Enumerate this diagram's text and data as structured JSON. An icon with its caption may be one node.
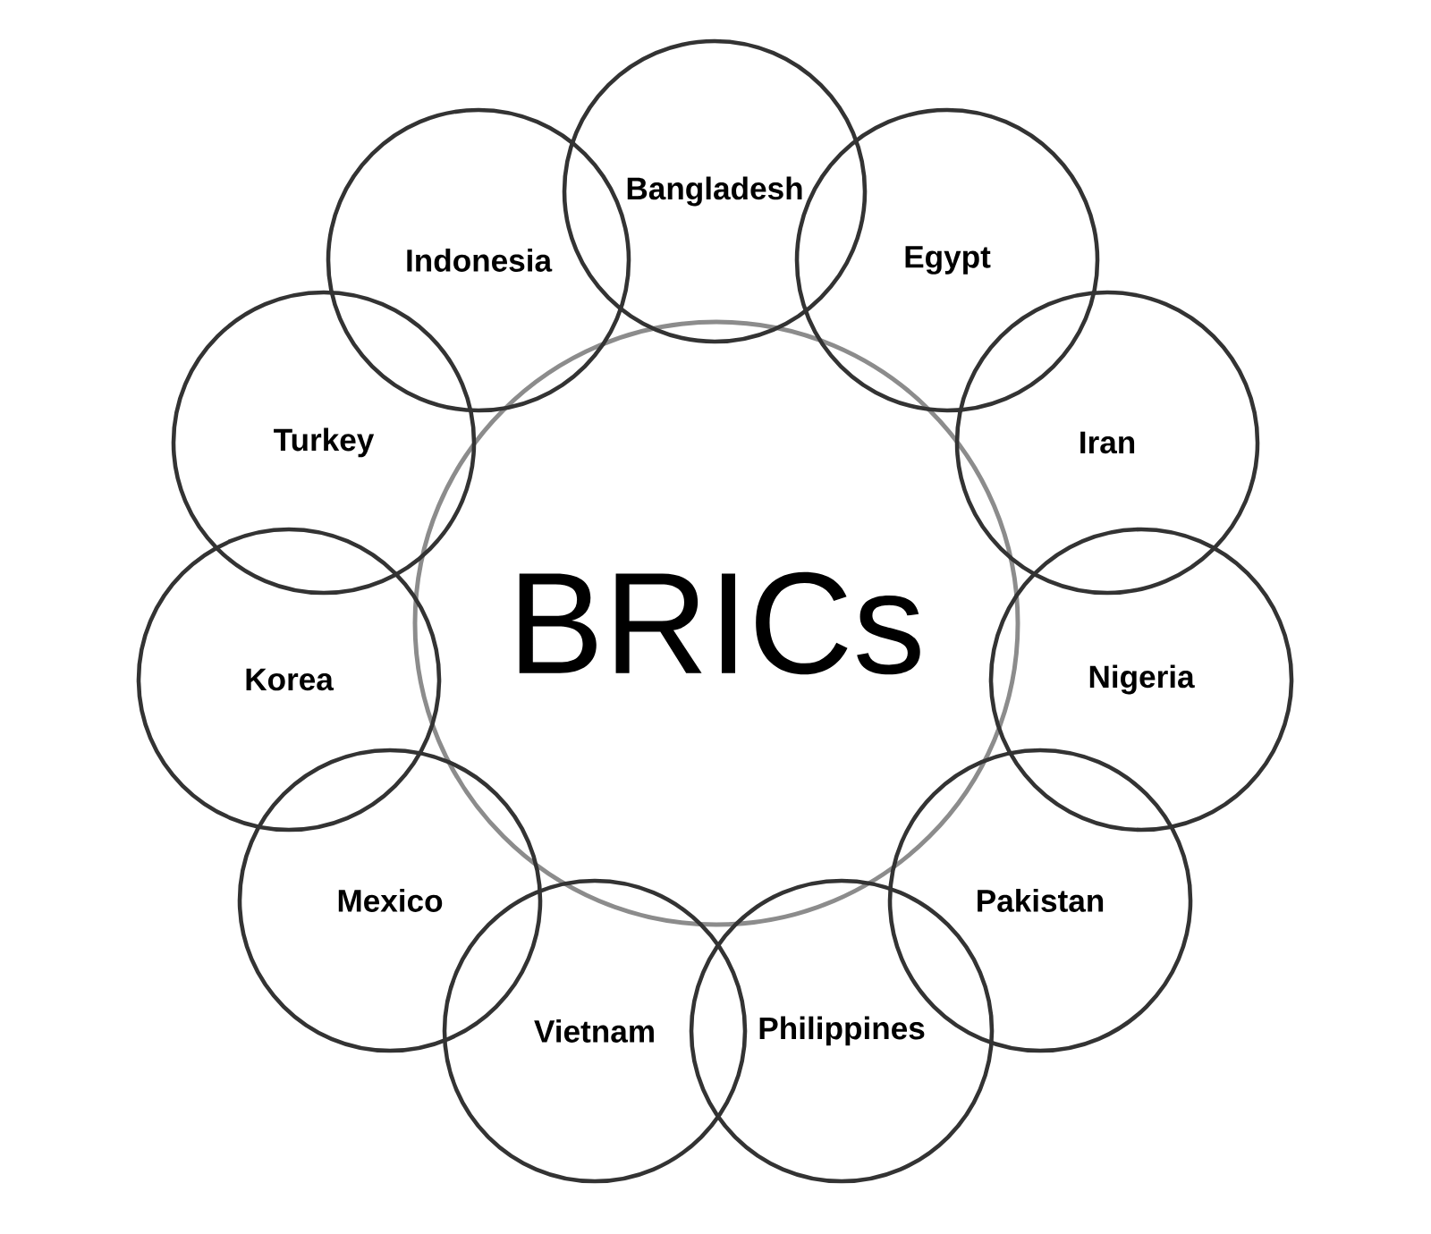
{
  "diagram": {
    "nodes": [
      {
        "text": [
          "BRICs"
        ]
      },
      {
        "text": [
          "Bangladesh"
        ]
      },
      {
        "text": [
          "Egypt"
        ]
      },
      {
        "text": [
          "Iran"
        ]
      },
      {
        "text": [
          "Nigeria"
        ]
      },
      {
        "text": [
          "Pakistan"
        ]
      },
      {
        "text": [
          "Philippines"
        ]
      },
      {
        "text": [
          "Vietnam"
        ]
      },
      {
        "text": [
          "Mexico"
        ]
      },
      {
        "text": [
          "Korea"
        ]
      },
      {
        "text": [
          "Turkey"
        ]
      },
      {
        "text": [
          "Indonesia"
        ]
      }
    ]
  }
}
